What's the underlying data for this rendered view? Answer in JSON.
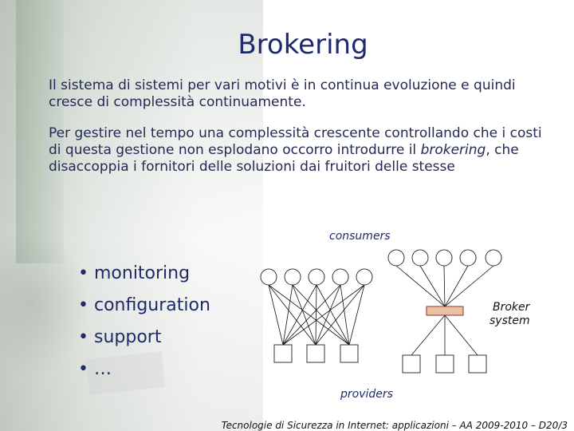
{
  "slide": {
    "title": "Brokering",
    "paragraph1": "Il sistema di sistemi per vari motivi è in continua evoluzione e quindi cresce di complessità continuamente.",
    "paragraph2_before": "Per gestire nel tempo una complessità crescente controllando che i costi di questa gestione non esplodano occorro introdurre il ",
    "paragraph2_emphasis": "brokering",
    "paragraph2_after": ", che disaccoppia i fornitori delle soluzioni dai fruitori delle stesse",
    "bullets": [
      "monitoring",
      "configuration",
      "support",
      "…"
    ],
    "footer": "Tecnologie di Sicurezza in Internet: applicazioni – AA 2009-2010 – D20/3"
  },
  "diagram": {
    "consumers_label": "consumers",
    "providers_label": "providers",
    "broker_label_line1": "Broker",
    "broker_label_line2": "system",
    "broker_color": "#e9c2a6",
    "line_color": "#111111"
  }
}
